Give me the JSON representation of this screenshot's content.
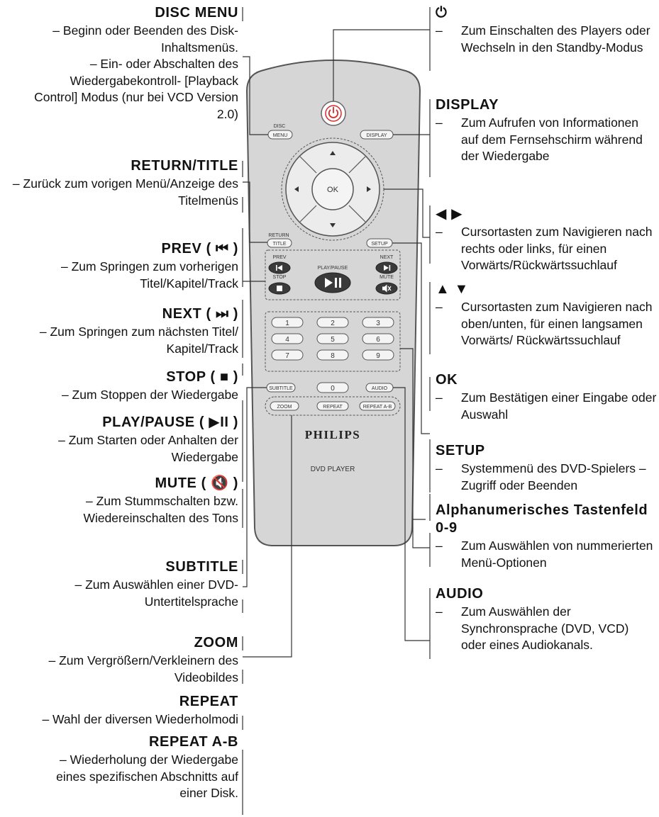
{
  "colors": {
    "body": "#d6d6d6",
    "border": "#555555",
    "power": "#d62b2b",
    "line": "#333333",
    "label": "#222222"
  },
  "remote": {
    "brand": "PHILIPS",
    "model": "DVD PLAYER",
    "labels": {
      "disc_small": "DISC",
      "menu_btn": "MENU",
      "display_btn": "DISPLAY",
      "ok_btn": "OK",
      "return_small": "RETURN",
      "title_btn": "TITLE",
      "setup_btn": "SETUP",
      "prev_small": "PREV",
      "play_pause_small": "PLAY/PAUSE",
      "next_small": "NEXT",
      "stop_small": "STOP",
      "mute_small": "MUTE",
      "subtitle_btn": "SUBTITLE",
      "audio_btn": "AUDIO",
      "zoom_btn": "ZOOM",
      "repeat_btn": "REPEAT",
      "repeat_ab_btn": "REPEAT A-B"
    },
    "digits": [
      "1",
      "2",
      "3",
      "4",
      "5",
      "6",
      "7",
      "8",
      "9",
      "0"
    ]
  },
  "left": {
    "disc_menu": {
      "title": "DISC MENU",
      "desc1": "– Beginn oder Beenden des Disk-Inhaltsmenüs.",
      "desc2": "– Ein- oder Abschalten des Wiedergabekontroll- [Playback Control] Modus (nur bei VCD Version 2.0)"
    },
    "return_title": {
      "title": "RETURN/TITLE",
      "desc": "– Zurück zum vorigen Menü/Anzeige des Titelmenüs"
    },
    "prev": {
      "title": "PREV ( ⏮ )",
      "desc": "– Zum Springen zum vorherigen Titel/Kapitel/Track"
    },
    "next": {
      "title": "NEXT ( ⏭ )",
      "desc": "– Zum Springen zum nächsten Titel/ Kapitel/Track"
    },
    "stop": {
      "title": "STOP ( ■ )",
      "desc": "– Zum Stoppen der Wiedergabe"
    },
    "play_pause": {
      "title": "PLAY/PAUSE ( ▶II )",
      "desc": "– Zum Starten oder Anhalten der Wiedergabe"
    },
    "mute": {
      "title": "MUTE ( 🔇 )",
      "desc": "– Zum Stummschalten bzw. Wiedereinschalten des Tons"
    },
    "subtitle": {
      "title": "SUBTITLE",
      "desc": "– Zum Auswählen einer DVD-Untertitelsprache"
    },
    "zoom": {
      "title": "ZOOM",
      "desc": "– Zum Vergrößern/Verkleinern des Videobildes"
    },
    "repeat": {
      "title": "REPEAT",
      "desc": "– Wahl der diversen Wiederholmodi"
    },
    "repeat_ab": {
      "title": "REPEAT A-B",
      "desc": "– Wiederholung der Wiedergabe eines spezifischen Abschnitts auf einer Disk."
    }
  },
  "right": {
    "power": {
      "title": "⏻",
      "desc": "Zum Einschalten des Players oder Wechseln in den Standby-Modus"
    },
    "display": {
      "title": "DISPLAY",
      "desc": "Zum Aufrufen von Informationen auf dem Fernsehschirm während der Wiedergabe"
    },
    "left_right": {
      "title": "◀ ▶",
      "desc": "Cursortasten zum Navigieren nach rechts oder links, für einen Vorwärts/Rückwärtssuchlauf"
    },
    "up_down": {
      "title": "▲ ▼",
      "desc": "Cursortasten zum Navigieren nach oben/unten, für einen langsamen Vorwärts/ Rückwärtssuchlauf"
    },
    "ok": {
      "title": "OK",
      "desc": "Zum Bestätigen einer Eingabe oder Auswahl"
    },
    "setup": {
      "title": "SETUP",
      "desc": "Systemmenü des DVD-Spielers – Zugriff oder Beenden"
    },
    "keypad": {
      "title": "Alphanumerisches Tastenfeld 0-9",
      "desc": "Zum Auswählen von nummerierten Menü-Optionen"
    },
    "audio": {
      "title": "AUDIO",
      "desc": "Zum Auswählen der Synchronsprache (DVD, VCD) oder eines Audiokanals."
    }
  }
}
